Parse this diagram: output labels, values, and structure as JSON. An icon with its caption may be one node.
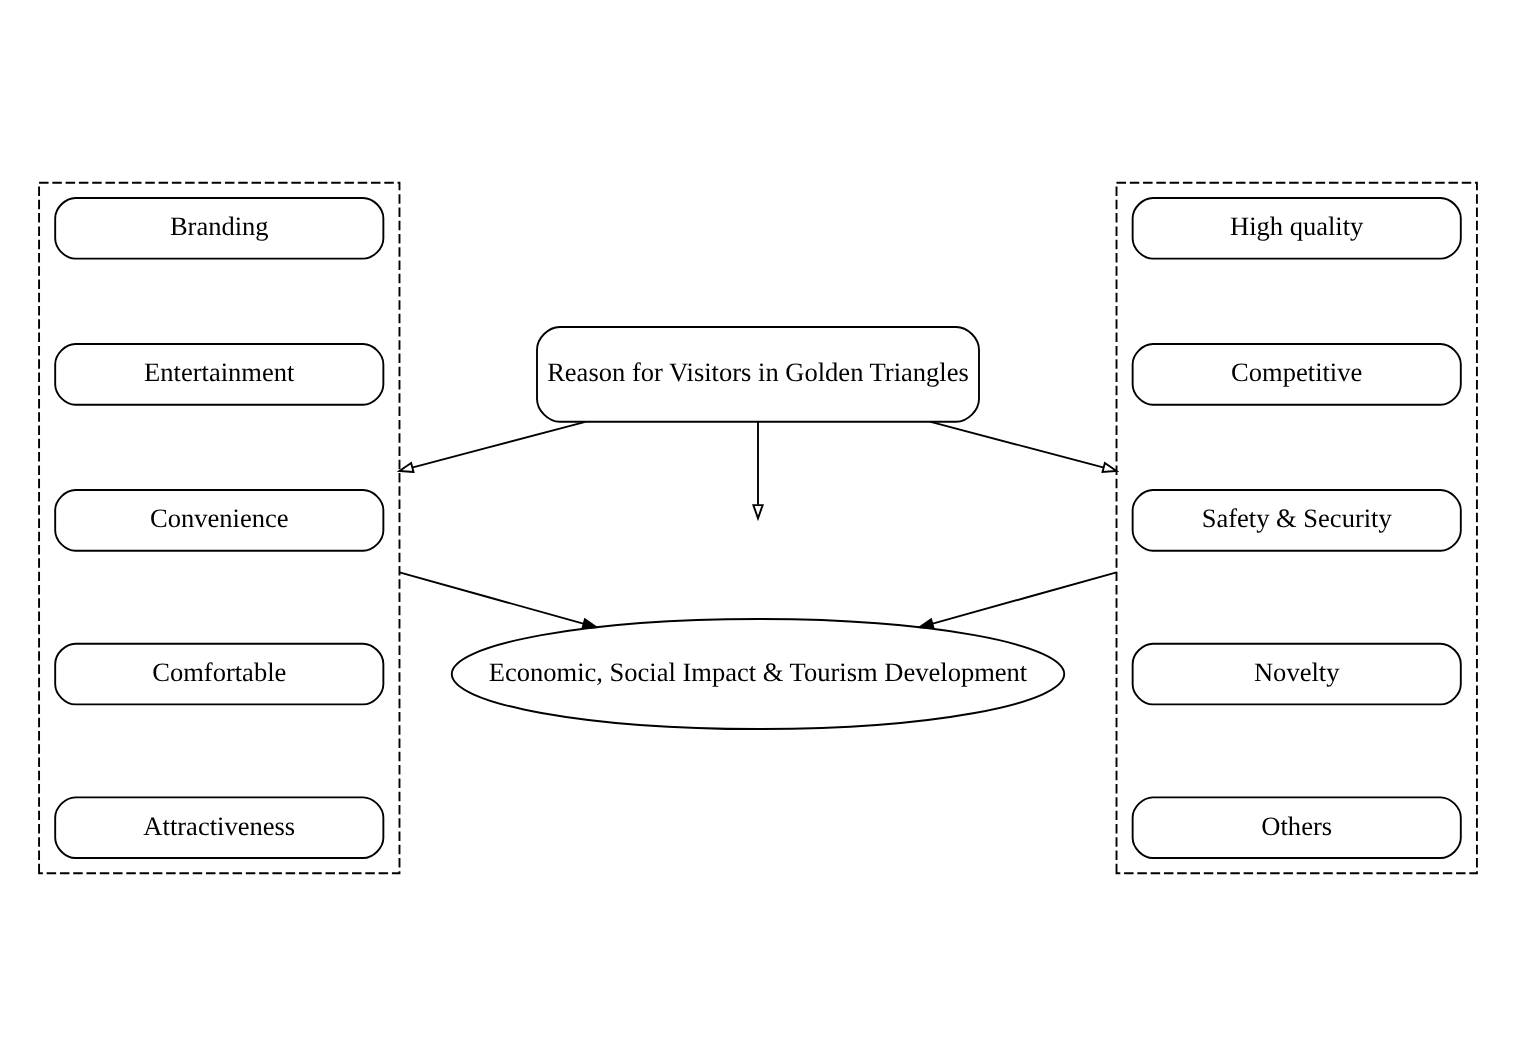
{
  "diagram": {
    "nodes": [
      {
        "text": [
          "Reason for Visitors in Golden Triangles"
        ]
      },
      {
        "text": [],
        "shape": "box"
      },
      {
        "text": [
          "Branding"
        ],
        "in": 1
      },
      {
        "text": [
          "Entertainment"
        ],
        "in": 1
      },
      {
        "text": [
          "Convenience"
        ],
        "in": 1
      },
      {
        "text": [
          "Comfortable"
        ],
        "in": 1
      },
      {
        "text": [
          "Attractiveness"
        ],
        "in": 1
      },
      {
        "text": [],
        "shape": "box"
      },
      {
        "text": [
          "High quality"
        ],
        "in": 7
      },
      {
        "text": [
          "Competitive"
        ],
        "in": 7
      },
      {
        "text": [
          "Safety & Security"
        ],
        "in": 7
      },
      {
        "text": [
          "Novelty"
        ],
        "in": 7
      },
      {
        "text": [
          "Others"
        ],
        "in": 7
      },
      {
        "text": [
          "Economic, Social Impact & Tourism Development"
        ]
      }
    ],
    "edges": [
      {
        "from": 0,
        "to": 1,
        "arrow": "to"
      },
      {
        "from": 0,
        "to": null,
        "arrow": "to"
      },
      {
        "from": 0,
        "to": 7,
        "arrow": "to"
      },
      {
        "from": 1,
        "to": 13,
        "arrow": "to"
      },
      {
        "from": 7,
        "to": 13,
        "arrow": "to"
      }
    ]
  }
}
